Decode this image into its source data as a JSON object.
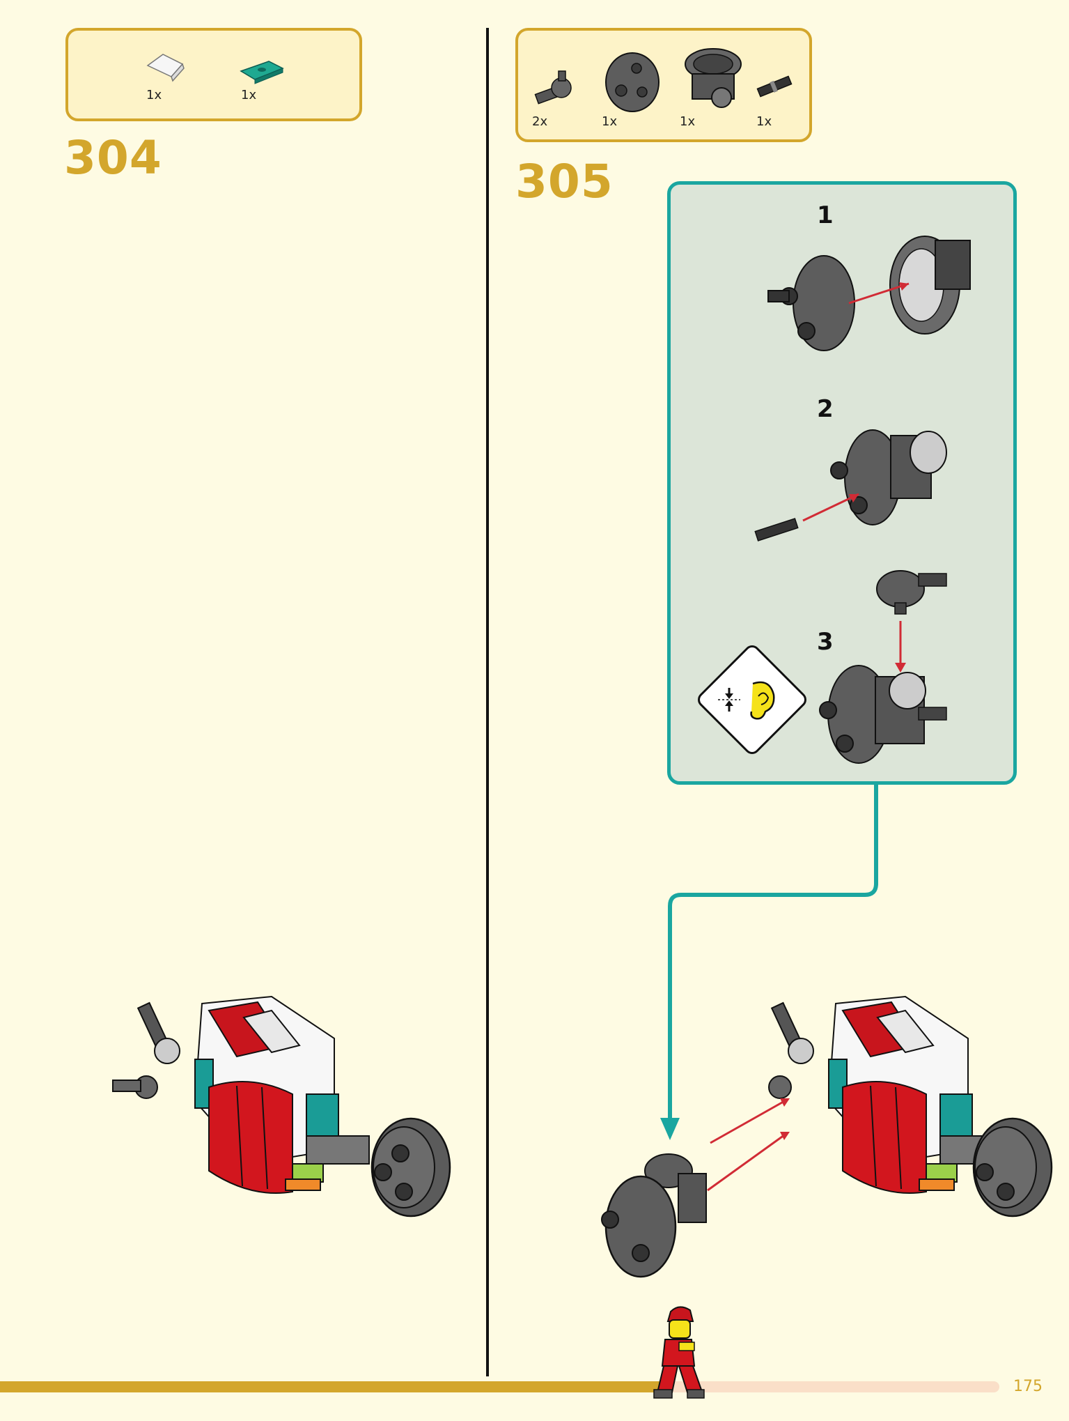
{
  "step_304": {
    "number": "304",
    "parts": [
      {
        "name": "white-slope-tile-icon",
        "qty": "1x"
      },
      {
        "name": "teal-tile-icon",
        "qty": "1x"
      }
    ]
  },
  "step_305": {
    "number": "305",
    "parts": [
      {
        "name": "axle-connector-icon",
        "qty": "2x"
      },
      {
        "name": "round-plate-icon",
        "qty": "1x"
      },
      {
        "name": "wheel-hub-icon",
        "qty": "1x"
      },
      {
        "name": "axle-pin-icon",
        "qty": "1x"
      }
    ],
    "substeps": [
      "1",
      "2",
      "3"
    ]
  },
  "footer": {
    "page_number": "175"
  },
  "colors": {
    "gold": "#d3a62c",
    "teal": "#1aa6a0",
    "background": "#fefbe3",
    "red_arrow": "#d12b35"
  }
}
